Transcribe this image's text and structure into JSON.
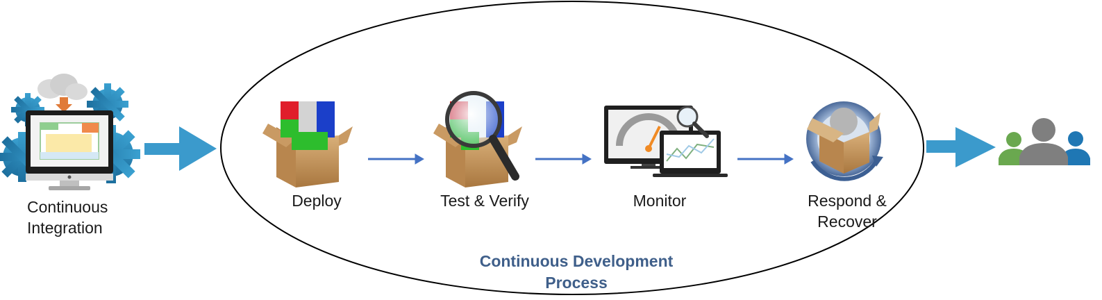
{
  "steps": {
    "ci": {
      "label": "Continuous\nIntegration",
      "icon": "monitor-gears-icon"
    },
    "deploy": {
      "label": "Deploy",
      "icon": "package-box-icon"
    },
    "test": {
      "label": "Test & Verify",
      "icon": "magnifier-package-icon"
    },
    "monitor": {
      "label": "Monitor",
      "icon": "monitor-dashboard-icon"
    },
    "respond": {
      "label": "Respond &\nRecover",
      "icon": "recover-package-icon"
    }
  },
  "process_label": "Continuous Development\nProcess",
  "users_icon": "users-group-icon",
  "colors": {
    "arrow_big": "#3b9acc",
    "arrow_small": "#4472c4",
    "process_text": "#3f5f8a",
    "user_green": "#6aa84f",
    "user_gray": "#7f7f7f",
    "user_blue": "#1f77b4"
  }
}
